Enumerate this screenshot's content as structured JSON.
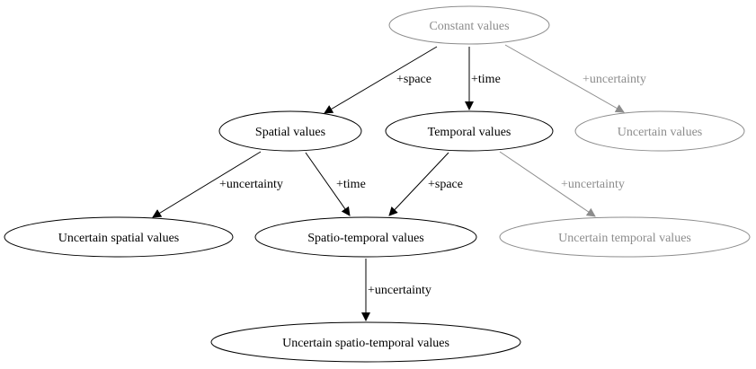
{
  "colors": {
    "active": "#000000",
    "muted": "#8c8c8c",
    "background": "#ffffff"
  },
  "nodes": {
    "constant": {
      "label": "Constant values",
      "state": "muted"
    },
    "spatial": {
      "label": "Spatial values",
      "state": "active"
    },
    "temporal": {
      "label": "Temporal values",
      "state": "active"
    },
    "uncertain": {
      "label": "Uncertain values",
      "state": "muted"
    },
    "uncertain_spatial": {
      "label": "Uncertain spatial values",
      "state": "active"
    },
    "spatio_temporal": {
      "label": "Spatio-temporal values",
      "state": "active"
    },
    "uncertain_temporal": {
      "label": "Uncertain temporal values",
      "state": "muted"
    },
    "uncertain_spatio_temporal": {
      "label": "Uncertain spatio-temporal values",
      "state": "active"
    }
  },
  "edges": {
    "constant_spatial": {
      "from": "constant",
      "to": "spatial",
      "label": "+space",
      "state": "active"
    },
    "constant_temporal": {
      "from": "constant",
      "to": "temporal",
      "label": "+time",
      "state": "active"
    },
    "constant_uncertain": {
      "from": "constant",
      "to": "uncertain",
      "label": "+uncertainty",
      "state": "muted"
    },
    "spatial_uncertain_spatial": {
      "from": "spatial",
      "to": "uncertain_spatial",
      "label": "+uncertainty",
      "state": "active"
    },
    "spatial_spatio_temporal": {
      "from": "spatial",
      "to": "spatio_temporal",
      "label": "+time",
      "state": "active"
    },
    "temporal_spatio_temporal": {
      "from": "temporal",
      "to": "spatio_temporal",
      "label": "+space",
      "state": "active"
    },
    "temporal_uncertain_temporal": {
      "from": "temporal",
      "to": "uncertain_temporal",
      "label": "+uncertainty",
      "state": "muted"
    },
    "spatio_temporal_uncertain_spatio_temporal": {
      "from": "spatio_temporal",
      "to": "uncertain_spatio_temporal",
      "label": "+uncertainty",
      "state": "active"
    }
  }
}
